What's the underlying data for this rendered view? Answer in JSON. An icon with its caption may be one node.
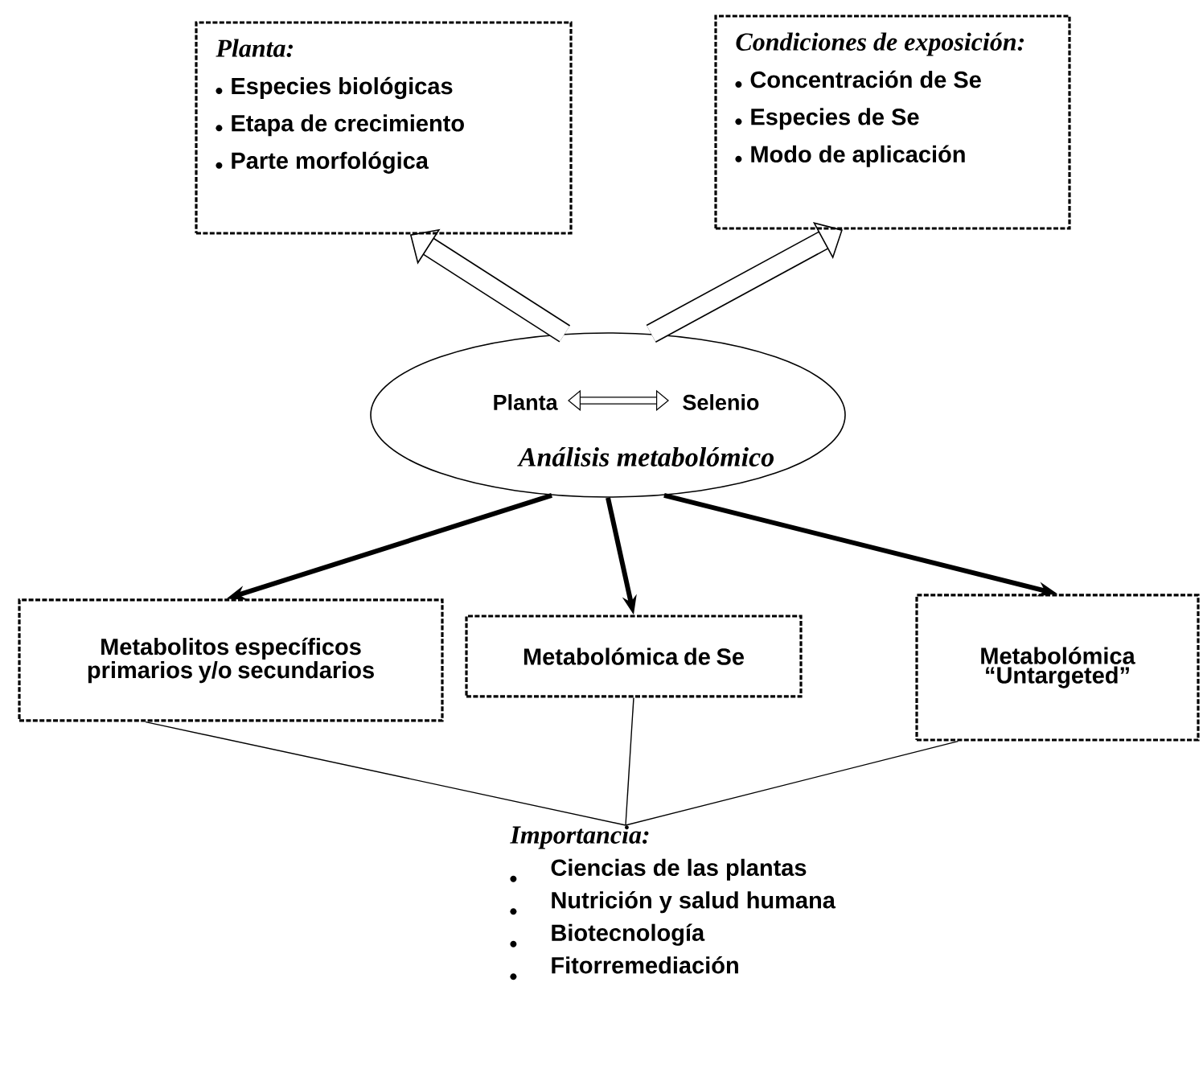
{
  "diagram": {
    "nodes": [
      {
        "text": [
          "Planta:",
          "Especies biológicas",
          "Etapa de crecimiento",
          "Parte morfológica"
        ]
      },
      {
        "text": [
          "Condiciones de exposición:",
          "Concentración de Se",
          "Especies de Se",
          "Modo de aplicación"
        ]
      },
      {
        "text": [
          "Planta",
          "Selenio",
          "Análisis metabolómico"
        ]
      },
      {
        "text": [
          "Metabolitos específicos primarios y/o secundarios"
        ]
      },
      {
        "text": [
          "Metabolómica de Se"
        ]
      },
      {
        "text": [
          "Metabolómica “Untargeted”"
        ]
      },
      {
        "text": [
          "Importancia:",
          "Ciencias de las plantas",
          "Nutrición y salud humana",
          "Biotecnología",
          "Fitorremediación"
        ]
      }
    ],
    "edges": [
      {
        "from": 2,
        "to": 0,
        "arrow": "to",
        "style": "thick"
      },
      {
        "from": 2,
        "to": 1,
        "arrow": "to",
        "style": "thick"
      },
      {
        "from": 2,
        "to": 3,
        "arrow": "to"
      },
      {
        "from": 2,
        "to": 4,
        "arrow": "to"
      },
      {
        "from": 2,
        "to": 5,
        "arrow": "to"
      },
      {
        "from": 3,
        "to": 6,
        "arrow": "none"
      },
      {
        "from": 4,
        "to": 6,
        "arrow": "none"
      },
      {
        "from": 5,
        "to": 6,
        "arrow": "none"
      }
    ]
  }
}
